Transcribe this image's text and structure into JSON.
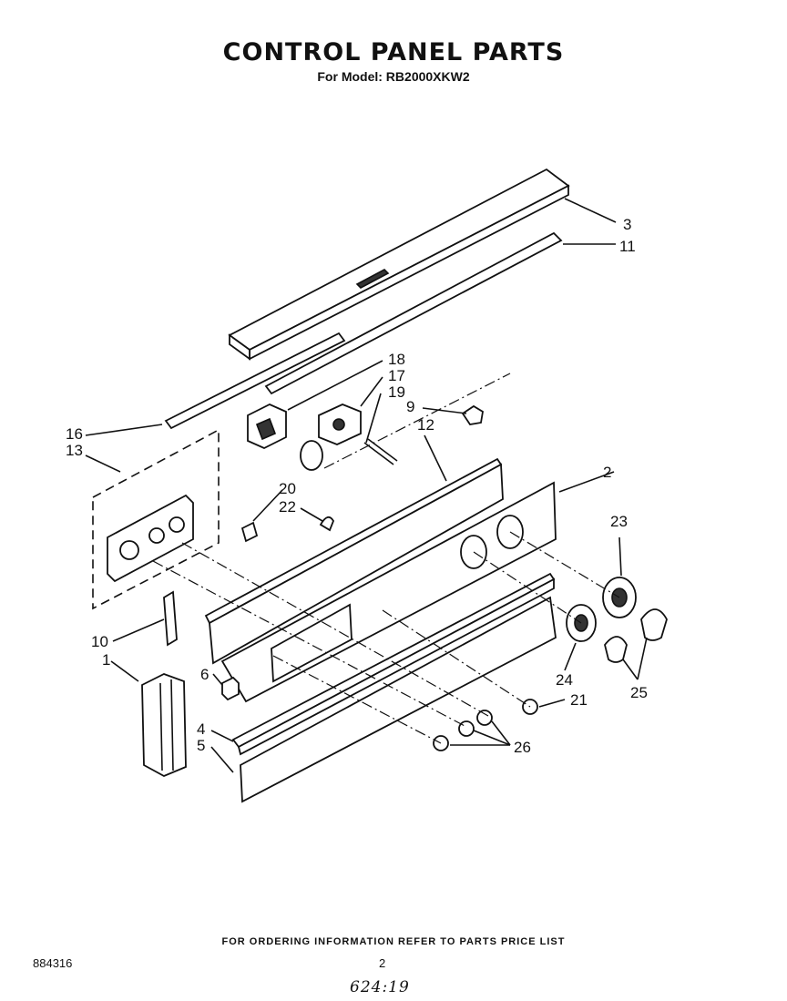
{
  "header": {
    "title": "CONTROL PANEL PARTS",
    "subtitle": "For Model: RB2000XKW2"
  },
  "callouts": {
    "c1": "1",
    "c2": "2",
    "c3": "3",
    "c4": "4",
    "c5": "5",
    "c6": "6",
    "c9": "9",
    "c10": "10",
    "c11": "11",
    "c12": "12",
    "c13": "13",
    "c16": "16",
    "c17": "17",
    "c18": "18",
    "c19": "19",
    "c20": "20",
    "c21": "21",
    "c22": "22",
    "c23": "23",
    "c24": "24",
    "c25": "25",
    "c26": "26"
  },
  "footer": {
    "note": "FOR ORDERING INFORMATION REFER TO PARTS PRICE LIST",
    "doc_number": "884316",
    "page_number": "2",
    "handwritten": "624:19"
  }
}
